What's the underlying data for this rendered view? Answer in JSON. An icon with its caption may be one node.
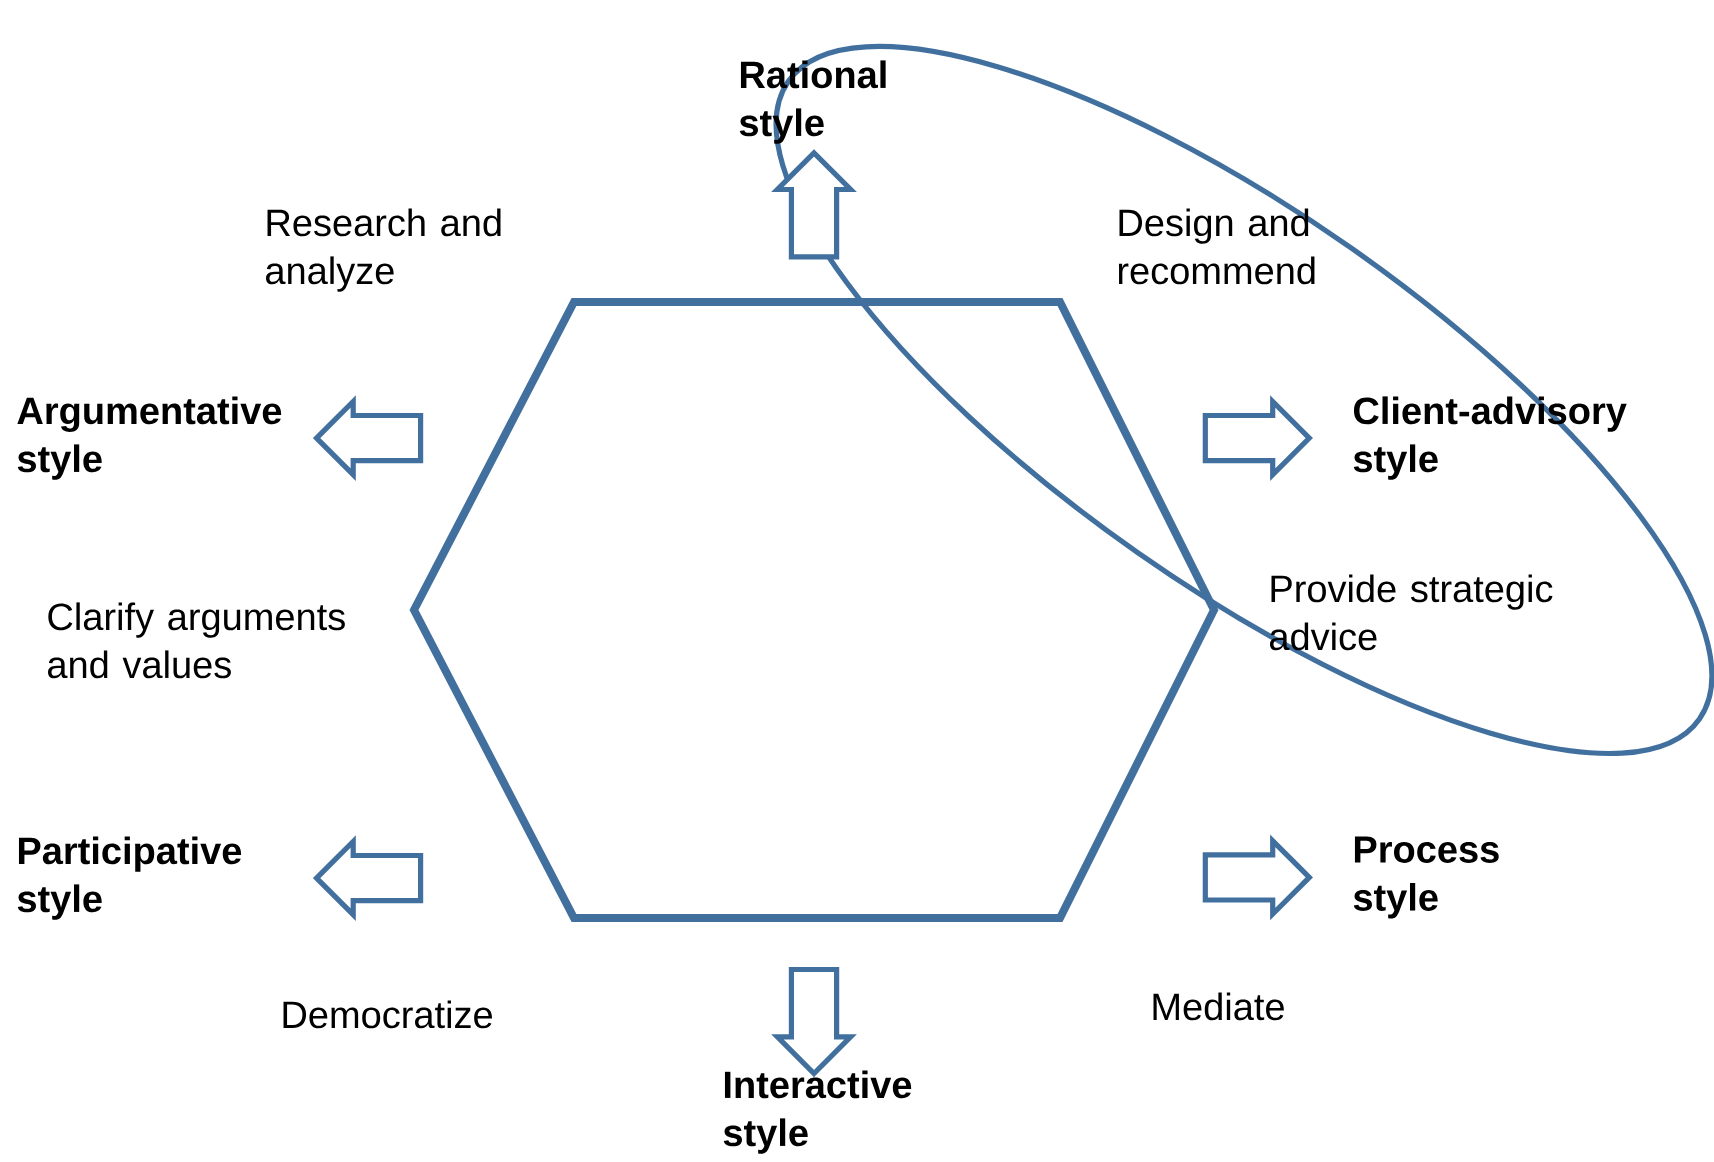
{
  "diagram": {
    "nodes": [
      {
        "text": [],
        "shape": "hexagon"
      },
      {
        "text": [
          "Rational style"
        ]
      },
      {
        "text": [
          "Argumentative style"
        ]
      },
      {
        "text": [
          "Client-advisory style"
        ]
      },
      {
        "text": [
          "Participative style"
        ]
      },
      {
        "text": [
          "Process style"
        ]
      },
      {
        "text": [
          "Interactive style"
        ]
      }
    ],
    "edges": [
      {
        "from": 0,
        "to": 1,
        "arrow": "to"
      },
      {
        "from": 0,
        "to": 2,
        "arrow": "to"
      },
      {
        "from": 0,
        "to": 3,
        "arrow": "to"
      },
      {
        "from": 0,
        "to": 4,
        "arrow": "to"
      },
      {
        "from": 0,
        "to": 5,
        "arrow": "to"
      },
      {
        "from": 0,
        "to": 6,
        "arrow": "to"
      }
    ],
    "labels": [
      "Research and analyze",
      "Design and recommend",
      "Clarify arguments and values",
      "Provide strategic advice",
      "Democratize",
      "Mediate"
    ]
  }
}
